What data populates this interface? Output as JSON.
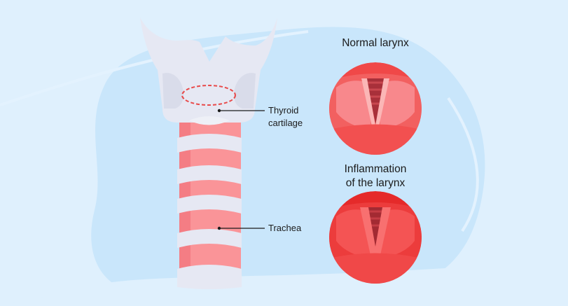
{
  "labels": {
    "thyroid_line1": "Thyroid",
    "thyroid_line2": "cartilage",
    "trachea": "Trachea"
  },
  "panels": {
    "normal_title": "Normal larynx",
    "inflamed_title_line1": "Inflammation",
    "inflamed_title_line2": "of the larynx"
  },
  "colors": {
    "background": "#dff0fd",
    "blob": "#c9e6fb",
    "cartilage": "#e6e8f3",
    "trachea": "#f47d84",
    "normal_circle": "#f04848",
    "inflamed_circle": "#e52a2a",
    "marker": "#e84a4a"
  }
}
